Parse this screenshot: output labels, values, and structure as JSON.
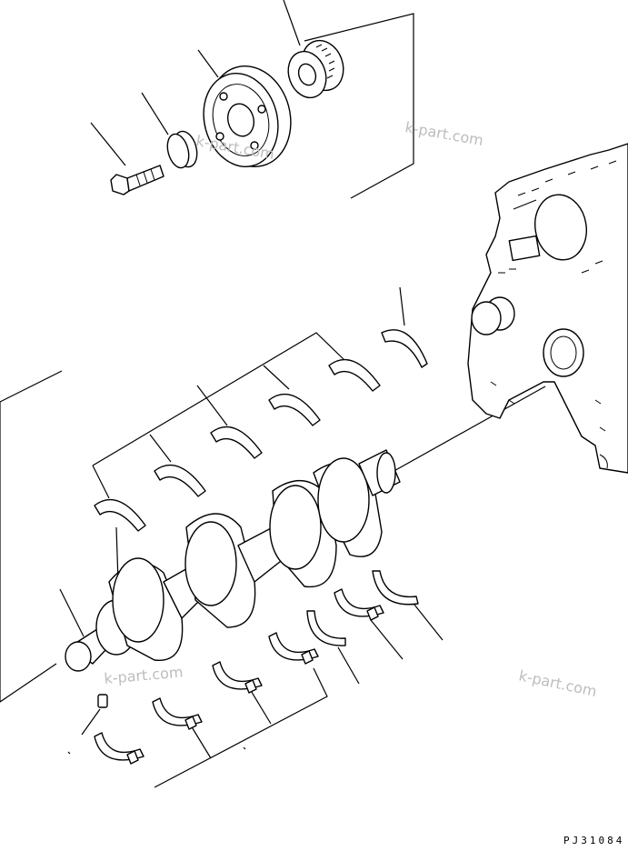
{
  "watermark": {
    "text": "k-part.com"
  },
  "drawing_code": "PJ31084",
  "diagram": {
    "parts": [
      "timing-gear",
      "crankshaft-pulley",
      "washer",
      "bolt",
      "cylinder-block",
      "thrust-washer-upper",
      "upper-main-bearings",
      "crankshaft",
      "dowel-pin",
      "lower-main-bearings",
      "lower-thrust-washers"
    ]
  }
}
